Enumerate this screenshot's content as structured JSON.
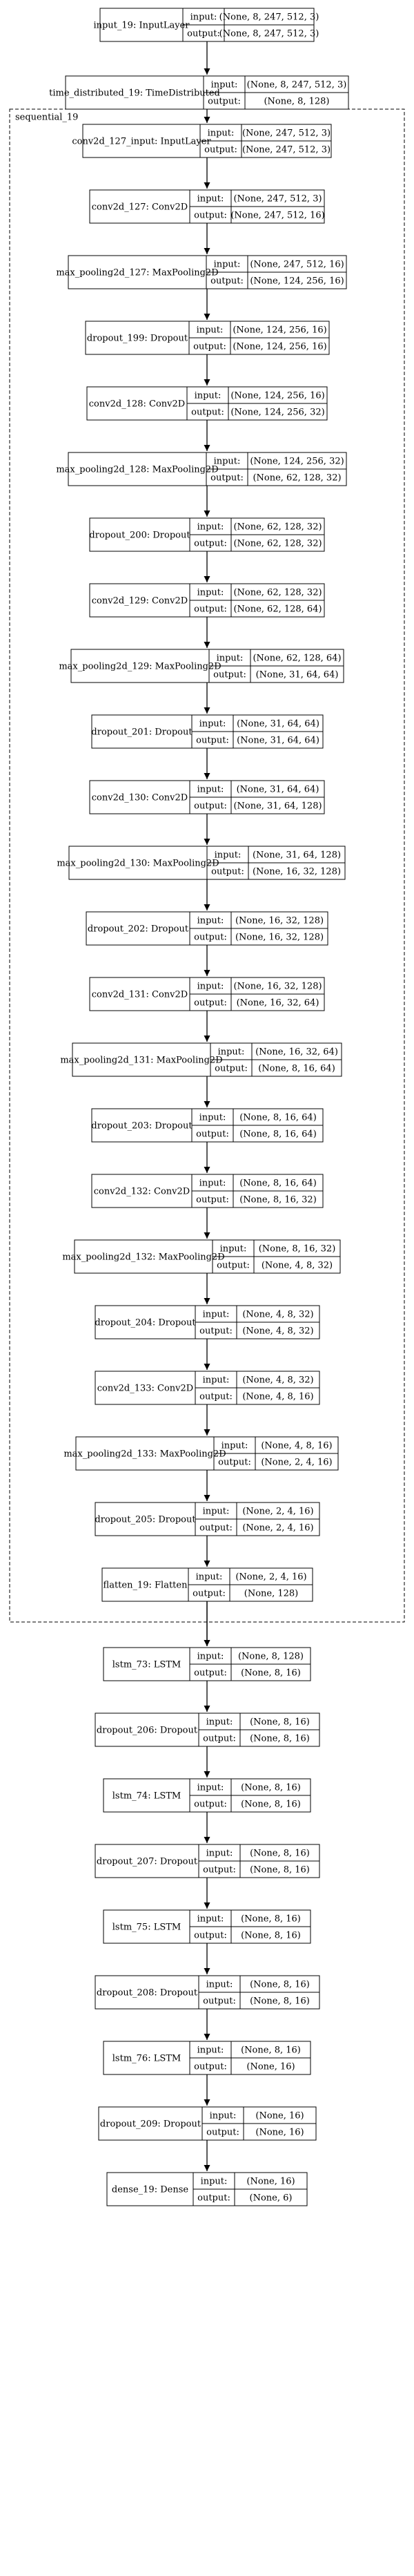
{
  "diagram": {
    "cluster_label": "sequential_19",
    "io_labels": {
      "input": "input:",
      "output": "output:"
    },
    "colors": {
      "stroke": "#000000",
      "background": "#ffffff"
    },
    "nodes": [
      {
        "id": "input_19",
        "name": "input_19: InputLayer",
        "input": "(None, 8, 247, 512, 3)",
        "output": "(None, 8, 247, 512, 3)"
      },
      {
        "id": "time_distributed_19",
        "name": "time_distributed_19: TimeDistributed",
        "input": "(None, 8, 247, 512, 3)",
        "output": "(None, 8, 128)"
      },
      {
        "id": "conv2d_127_input",
        "name": "conv2d_127_input: InputLayer",
        "input": "(None, 247, 512, 3)",
        "output": "(None, 247, 512, 3)"
      },
      {
        "id": "conv2d_127",
        "name": "conv2d_127: Conv2D",
        "input": "(None, 247, 512, 3)",
        "output": "(None, 247, 512, 16)"
      },
      {
        "id": "max_pooling2d_127",
        "name": "max_pooling2d_127: MaxPooling2D",
        "input": "(None, 247, 512, 16)",
        "output": "(None, 124, 256, 16)"
      },
      {
        "id": "dropout_199",
        "name": "dropout_199: Dropout",
        "input": "(None, 124, 256, 16)",
        "output": "(None, 124, 256, 16)"
      },
      {
        "id": "conv2d_128",
        "name": "conv2d_128: Conv2D",
        "input": "(None, 124, 256, 16)",
        "output": "(None, 124, 256, 32)"
      },
      {
        "id": "max_pooling2d_128",
        "name": "max_pooling2d_128: MaxPooling2D",
        "input": "(None, 124, 256, 32)",
        "output": "(None, 62, 128, 32)"
      },
      {
        "id": "dropout_200",
        "name": "dropout_200: Dropout",
        "input": "(None, 62, 128, 32)",
        "output": "(None, 62, 128, 32)"
      },
      {
        "id": "conv2d_129",
        "name": "conv2d_129: Conv2D",
        "input": "(None, 62, 128, 32)",
        "output": "(None, 62, 128, 64)"
      },
      {
        "id": "max_pooling2d_129",
        "name": "max_pooling2d_129: MaxPooling2D",
        "input": "(None, 62, 128, 64)",
        "output": "(None, 31, 64, 64)"
      },
      {
        "id": "dropout_201",
        "name": "dropout_201: Dropout",
        "input": "(None, 31, 64, 64)",
        "output": "(None, 31, 64, 64)"
      },
      {
        "id": "conv2d_130",
        "name": "conv2d_130: Conv2D",
        "input": "(None, 31, 64, 64)",
        "output": "(None, 31, 64, 128)"
      },
      {
        "id": "max_pooling2d_130",
        "name": "max_pooling2d_130: MaxPooling2D",
        "input": "(None, 31, 64, 128)",
        "output": "(None, 16, 32, 128)"
      },
      {
        "id": "dropout_202",
        "name": "dropout_202: Dropout",
        "input": "(None, 16, 32, 128)",
        "output": "(None, 16, 32, 128)"
      },
      {
        "id": "conv2d_131",
        "name": "conv2d_131: Conv2D",
        "input": "(None, 16, 32, 128)",
        "output": "(None, 16, 32, 64)"
      },
      {
        "id": "max_pooling2d_131",
        "name": "max_pooling2d_131: MaxPooling2D",
        "input": "(None, 16, 32, 64)",
        "output": "(None, 8, 16, 64)"
      },
      {
        "id": "dropout_203",
        "name": "dropout_203: Dropout",
        "input": "(None, 8, 16, 64)",
        "output": "(None, 8, 16, 64)"
      },
      {
        "id": "conv2d_132",
        "name": "conv2d_132: Conv2D",
        "input": "(None, 8, 16, 64)",
        "output": "(None, 8, 16, 32)"
      },
      {
        "id": "max_pooling2d_132",
        "name": "max_pooling2d_132: MaxPooling2D",
        "input": "(None, 8, 16, 32)",
        "output": "(None, 4, 8, 32)"
      },
      {
        "id": "dropout_204",
        "name": "dropout_204: Dropout",
        "input": "(None, 4, 8, 32)",
        "output": "(None, 4, 8, 32)"
      },
      {
        "id": "conv2d_133",
        "name": "conv2d_133: Conv2D",
        "input": "(None, 4, 8, 32)",
        "output": "(None, 4, 8, 16)"
      },
      {
        "id": "max_pooling2d_133",
        "name": "max_pooling2d_133: MaxPooling2D",
        "input": "(None, 4, 8, 16)",
        "output": "(None, 2, 4, 16)"
      },
      {
        "id": "dropout_205",
        "name": "dropout_205: Dropout",
        "input": "(None, 2, 4, 16)",
        "output": "(None, 2, 4, 16)"
      },
      {
        "id": "flatten_19",
        "name": "flatten_19: Flatten",
        "input": "(None, 2, 4, 16)",
        "output": "(None, 128)"
      },
      {
        "id": "lstm_73",
        "name": "lstm_73: LSTM",
        "input": "(None, 8, 128)",
        "output": "(None, 8, 16)"
      },
      {
        "id": "dropout_206",
        "name": "dropout_206: Dropout",
        "input": "(None, 8, 16)",
        "output": "(None, 8, 16)"
      },
      {
        "id": "lstm_74",
        "name": "lstm_74: LSTM",
        "input": "(None, 8, 16)",
        "output": "(None, 8, 16)"
      },
      {
        "id": "dropout_207",
        "name": "dropout_207: Dropout",
        "input": "(None, 8, 16)",
        "output": "(None, 8, 16)"
      },
      {
        "id": "lstm_75",
        "name": "lstm_75: LSTM",
        "input": "(None, 8, 16)",
        "output": "(None, 8, 16)"
      },
      {
        "id": "dropout_208",
        "name": "dropout_208: Dropout",
        "input": "(None, 8, 16)",
        "output": "(None, 8, 16)"
      },
      {
        "id": "lstm_76",
        "name": "lstm_76: LSTM",
        "input": "(None, 8, 16)",
        "output": "(None, 16)"
      },
      {
        "id": "dropout_209",
        "name": "dropout_209: Dropout",
        "input": "(None, 16)",
        "output": "(None, 16)"
      },
      {
        "id": "dense_19",
        "name": "dense_19: Dense",
        "input": "(None, 16)",
        "output": "(None, 6)"
      }
    ]
  }
}
